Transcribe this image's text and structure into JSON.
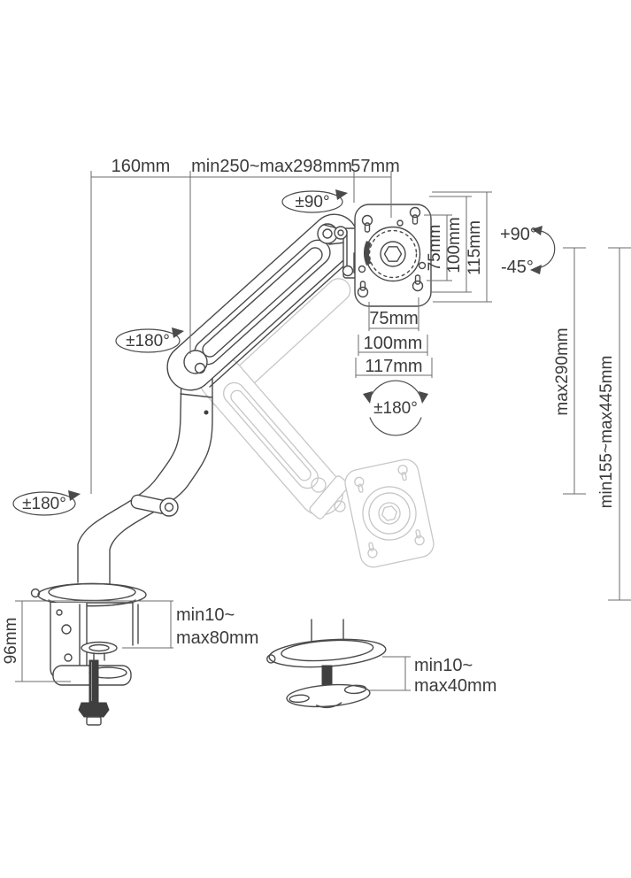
{
  "figure": {
    "kind": "technical-dimension-diagram",
    "subject": "gas-spring-monitor-desk-mount-arm",
    "colors": {
      "background": "#ffffff",
      "line": "#4a4a4a",
      "dimension_line": "#6b6b6b",
      "faded_position": "#c7c7c7",
      "text": "#3b3b3b",
      "filled_parts": "#3f3f3f"
    }
  },
  "labels": {
    "top_width_base": "160mm",
    "top_width_arm": "min250~max298mm",
    "top_width_plate": "57mm",
    "swivel_top": "±90°",
    "rotate_arm": "±180°",
    "rotate_base": "±180°",
    "rotate_vesa": "±180°",
    "tilt_up": "+90°",
    "tilt_down": "-45°",
    "vesa_vertical_75": "75mm",
    "vesa_vertical_100": "100mm",
    "vesa_vertical_115": "115mm",
    "vesa_horizontal_75": "75mm",
    "vesa_horizontal_100": "100mm",
    "vesa_horizontal_117": "117mm",
    "lift_range": "max290mm",
    "height_range": "min155~max445mm",
    "clamp_height": "96mm",
    "clamp_desk_thickness_line1": "min10~",
    "clamp_desk_thickness_line2": "max80mm",
    "grommet_desk_thickness_line1": "min10~",
    "grommet_desk_thickness_line2": "max40mm"
  }
}
